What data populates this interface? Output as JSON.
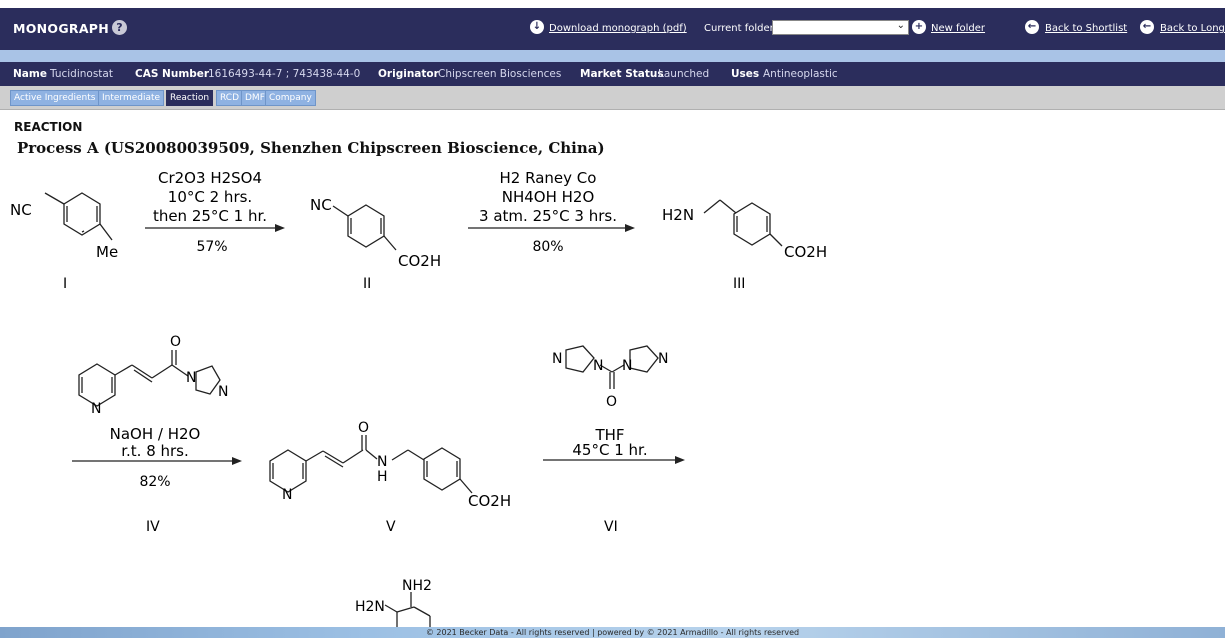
{
  "header": {
    "brand": "MONOGRAPH",
    "help_glyph": "?",
    "download_label": "Download monograph (pdf)",
    "folder_label": "Current folder",
    "folder_value": "",
    "new_folder_label": "New folder",
    "back_shortlist_label": "Back to Shortlist",
    "back_longlist_label": "Back to Longlis",
    "accent_color": "#2b2d5c"
  },
  "info": {
    "name_key": "Name",
    "name_value": "Tucidinostat",
    "cas_key": "CAS Number",
    "cas_value": "1616493-44-7 ; 743438-44-0",
    "originator_key": "Originator",
    "originator_value": "Chipscreen Biosciences",
    "market_key": "Market Status",
    "market_value": "Launched",
    "uses_key": "Uses",
    "uses_value": "Antineoplastic"
  },
  "tabs": [
    {
      "label": "Active Ingredients",
      "active": false
    },
    {
      "label": "Intermediate",
      "active": false
    },
    {
      "label": "Reaction",
      "active": true
    },
    {
      "label": "RCD",
      "active": false
    },
    {
      "label": "DMF",
      "active": false
    },
    {
      "label": "Company",
      "active": false
    }
  ],
  "content": {
    "section_title": "REACTION",
    "process_title": "Process A (US20080039509,   Shenzhen Chipscreen Bioscience, China)"
  },
  "scheme": {
    "step1": {
      "reagent_a": "Cr2O3",
      "reagent_b": "H2SO4",
      "cond1": "10°C   2 hrs.",
      "cond2": "then 25°C   1 hr.",
      "yield": "57%"
    },
    "step2": {
      "reagent_a": "H2",
      "reagent_b": "Raney Co",
      "reagent_c": "NH4OH",
      "reagent_d": "H2O",
      "cond": "3 atm.   25°C   3 hrs.",
      "yield": "80%"
    },
    "step3": {
      "reagent": "NaOH / H2O",
      "cond": "r.t.   8 hrs.",
      "yield": "82%"
    },
    "step4": {
      "solvent": "THF",
      "cond": "45°C   1 hr."
    },
    "compound_labels": [
      "I",
      "II",
      "III",
      "IV",
      "V",
      "VI"
    ],
    "atoms": {
      "nc": "NC",
      "me": "Me",
      "co2h": "CO2H",
      "h2n": "H2N",
      "n": "N",
      "o": "O",
      "h": "H",
      "nh2": "NH2"
    }
  },
  "footer": {
    "text": "© 2021 Becker Data - All rights reserved   |   powered by © 2021 Armadillo - All rights reserved"
  }
}
